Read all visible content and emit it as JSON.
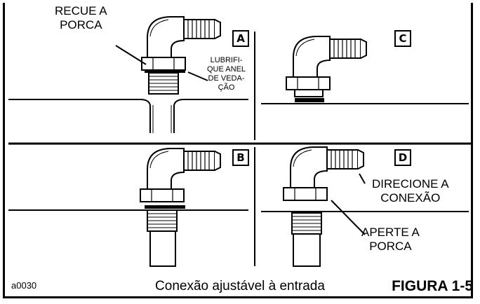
{
  "figure": {
    "code": "a0030",
    "caption": "Conexão ajustável à entrada",
    "figure_label": "FIGURA 1-5"
  },
  "panels": {
    "a": {
      "letter": "A",
      "label_top": "RECUE A\nPORCA",
      "label_side": "LUBRIFI-\nQUE ANEL\nDE VEDA-\nÇÃO"
    },
    "b": {
      "letter": "B"
    },
    "c": {
      "letter": "C"
    },
    "d": {
      "letter": "D",
      "label_upper": "DIRECIONE A\nCONEXÃO",
      "label_lower": "APERTE A\nPORCA"
    }
  }
}
